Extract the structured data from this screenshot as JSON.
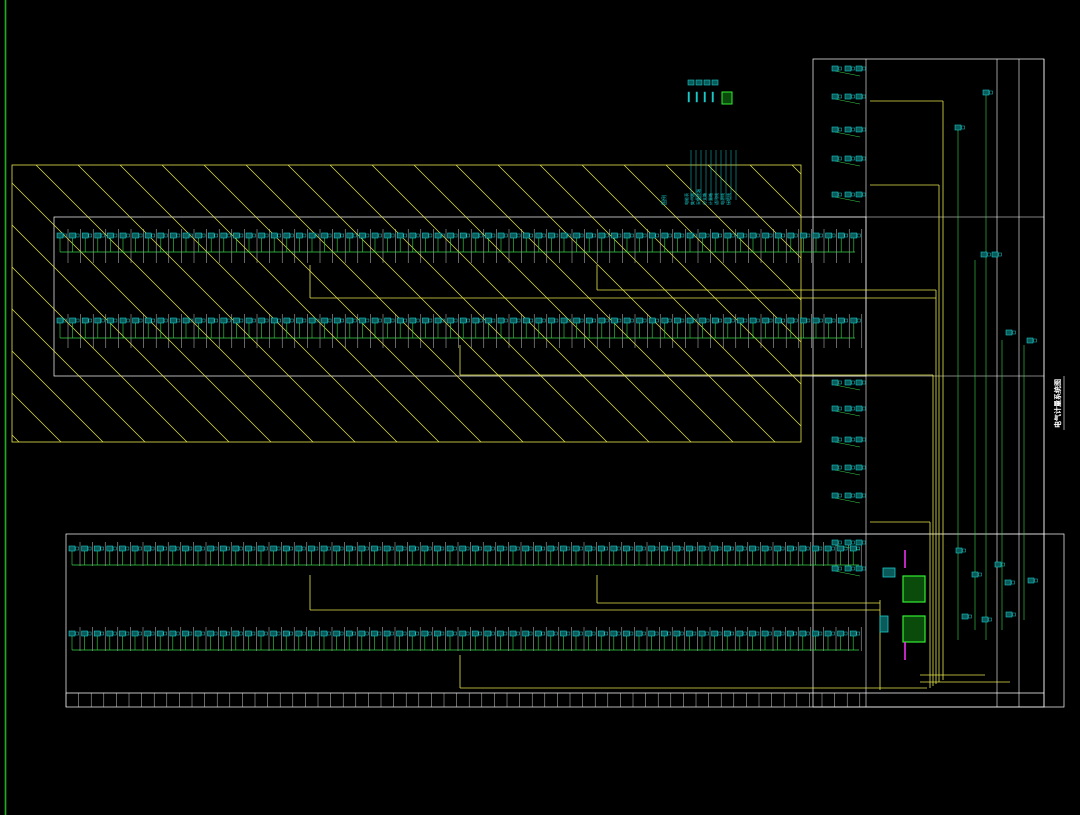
{
  "drawing": {
    "title_vertical": "电气计量系统图",
    "background": "#000000",
    "colors": {
      "frame": "#ffffff",
      "hatch": "#e6e64a",
      "bus": "#e6e64a",
      "branch": "#39d64a",
      "meter": "#19c8c8",
      "highlight": "#ff33ff",
      "ruler": "#22aa22",
      "text_small": "#ffffff"
    },
    "legend": {
      "heading": "图例",
      "rows": [
        "电能表",
        "集中器",
        "采集终端",
        "分支箱",
        "计量箱",
        "通讯线",
        "电源线",
        "接地线"
      ]
    }
  },
  "icons": {
    "meter": "meter-box-icon",
    "concentrator": "concentrator-icon",
    "terminal": "terminal-icon"
  }
}
